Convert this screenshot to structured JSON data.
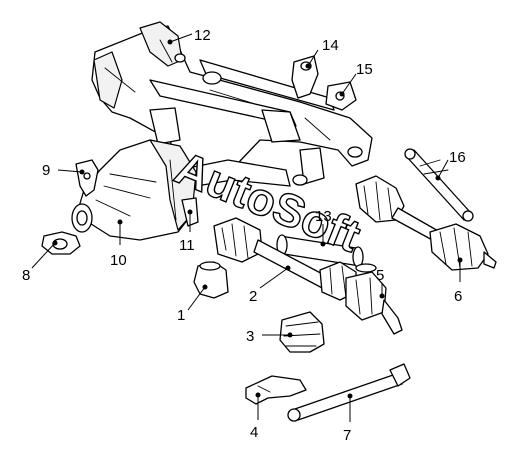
{
  "watermark": "AutoSoft",
  "callouts": [
    {
      "number": "1"
    },
    {
      "number": "2"
    },
    {
      "number": "3"
    },
    {
      "number": "4"
    },
    {
      "number": "5"
    },
    {
      "number": "6"
    },
    {
      "number": "7"
    },
    {
      "number": "8"
    },
    {
      "number": "9"
    },
    {
      "number": "10"
    },
    {
      "number": "11"
    },
    {
      "number": "12"
    },
    {
      "number": "13"
    },
    {
      "number": "14"
    },
    {
      "number": "15"
    },
    {
      "number": "16"
    }
  ]
}
